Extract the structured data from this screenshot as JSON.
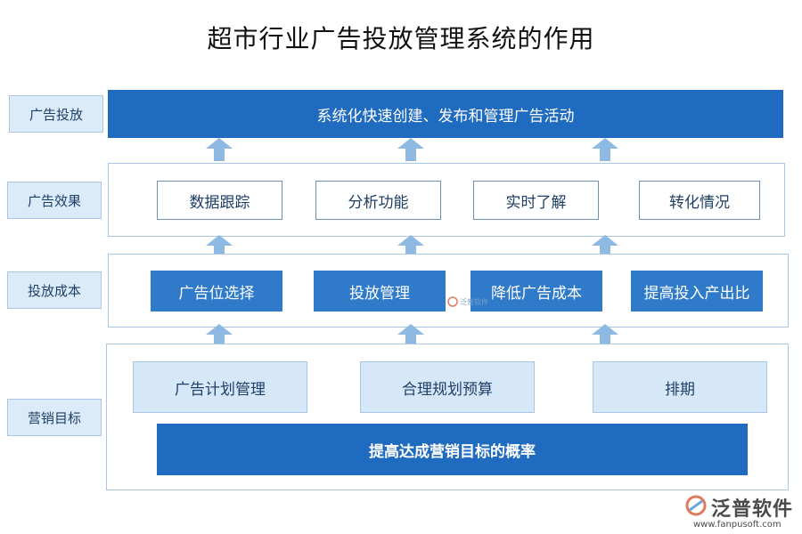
{
  "title": "超市行业广告投放管理系统的作用",
  "layers": [
    {
      "label": "广告投放",
      "items": [
        "系统化快速创建、发布和管理广告活动"
      ]
    },
    {
      "label": "广告效果",
      "items": [
        "数据跟踪",
        "分析功能",
        "实时了解",
        "转化情况"
      ]
    },
    {
      "label": "投放成本",
      "items": [
        "广告位选择",
        "投放管理",
        "降低广告成本",
        "提高投入产出比"
      ]
    },
    {
      "label": "营销目标",
      "items": [
        "广告计划管理",
        "合理规划预算",
        "排期"
      ],
      "bottom": "提高达成营销目标的概率"
    }
  ],
  "watermark": "泛普软件",
  "brand": {
    "name": "泛普软件",
    "url": "www.fanpusoft.com"
  },
  "colors": {
    "dark": "#1f6bbf",
    "mid": "#2f7ac9",
    "light": "#d6e7f8",
    "arrow": "#8db9e2"
  }
}
